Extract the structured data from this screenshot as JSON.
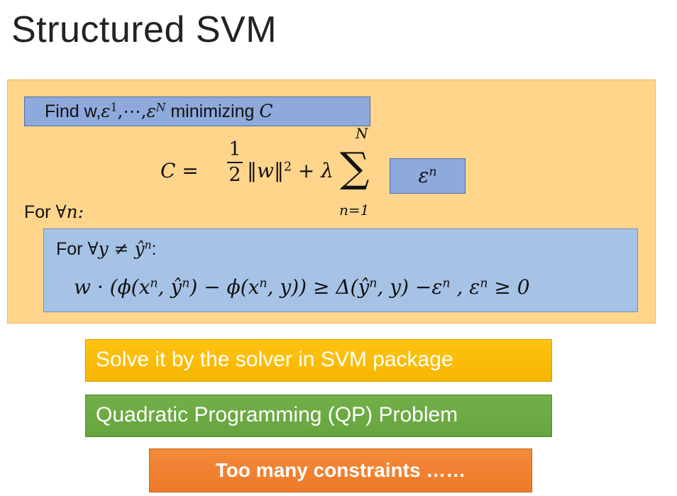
{
  "slide": {
    "title": "Structured SVM",
    "find_box": {
      "prefix": "Find w,",
      "eps1": "ε",
      "sup1": "1",
      "middle": ",⋯,",
      "epsN": "ε",
      "supN": "N",
      "suffix": " minimizing ",
      "var": "C"
    },
    "formula": {
      "lhs": "C =",
      "frac_num": "1",
      "frac_den": "2",
      "norm": "‖w‖",
      "norm_sup": "2",
      "plus_lambda": " + λ",
      "sum_symbol": "∑",
      "upper": "N",
      "lower": "n=1"
    },
    "eps_box": {
      "eps": "ε",
      "sup": "n"
    },
    "for_all_n": {
      "label": "For ",
      "expr": "∀n:"
    },
    "inner": {
      "for_all_y": {
        "label": "For ",
        "expr": "∀y ≠ ŷ",
        "sup": "n",
        "colon": ":"
      },
      "constraint": {
        "part1": "w · (ϕ(x",
        "s1": "n",
        "part2": ", ŷ",
        "s2": "n",
        "part3": ") − ϕ(x",
        "s3": "n",
        "part4": ", y)) ≥ Δ(ŷ",
        "s4": "n",
        "part5": ", y) −ε",
        "s5": "n",
        "part6": " ,  ε",
        "s6": "n",
        "part7": " ≥ 0"
      }
    },
    "buttons": {
      "solve": "Solve it by the solver in SVM package",
      "qp": "Quadratic Programming (QP) Problem",
      "many": "Too many constraints ……"
    },
    "colors": {
      "panel": "#ffd58c",
      "box_blue": "#8ea9db",
      "inner_blue": "#a6c3e6",
      "solve": "#ffc411",
      "qp": "#6aa842",
      "many": "#f0802f"
    }
  }
}
